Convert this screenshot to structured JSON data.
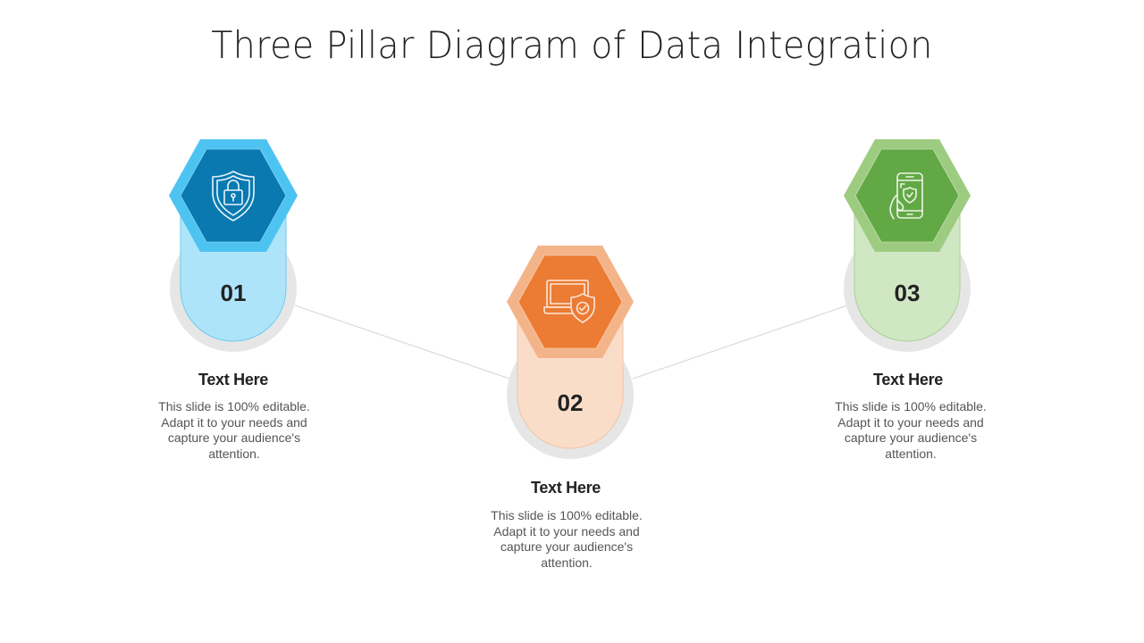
{
  "title": "Three Pillar Diagram of Data Integration",
  "pillars": [
    {
      "number": "01",
      "icon": "shield-lock-icon",
      "heading": "Text Here",
      "description": "This slide is 100% editable. Adapt it to your needs and capture your audience's attention.",
      "colors": {
        "hex_outer": "#4DC3F2",
        "hex_inner": "#0A79B0",
        "pill": "#AEE4FA",
        "pill_border": "#6CCBF0"
      }
    },
    {
      "number": "02",
      "icon": "laptop-shield-check-icon",
      "heading": "Text Here",
      "description": "This slide is 100% editable. Adapt it to your needs and capture your audience's attention.",
      "colors": {
        "hex_outer": "#F4B48A",
        "hex_inner": "#EC7B33",
        "pill": "#FADDC9",
        "pill_border": "#F2C3A3"
      }
    },
    {
      "number": "03",
      "icon": "phone-hand-shield-icon",
      "heading": "Text Here",
      "description": "This slide is 100% editable. Adapt it to your needs and capture your audience's attention.",
      "colors": {
        "hex_outer": "#9DCB80",
        "hex_inner": "#62A845",
        "pill": "#D0E7C3",
        "pill_border": "#A9D193"
      }
    }
  ],
  "connector_color": "#DDDDDD",
  "backdrop_circle_color": "#E6E6E6"
}
